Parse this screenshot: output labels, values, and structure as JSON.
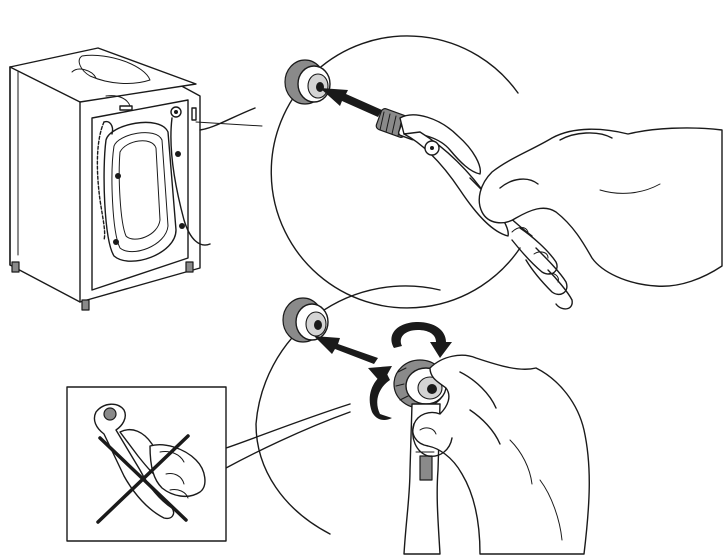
{
  "illustration": {
    "panels": [
      {
        "id": "washer-overview",
        "icon": "washing-machine-rear"
      },
      {
        "id": "detail-top",
        "icon": "pliers-tightening-hose"
      },
      {
        "id": "detail-bottom",
        "icon": "hand-tightening-hose"
      },
      {
        "id": "prohibited-inset",
        "icon": "crossed-out-pliers"
      }
    ],
    "colors": {
      "line": "#1a1a1a",
      "shade": "#8a8a8a",
      "light_shade": "#d4d4d4",
      "background": "#ffffff"
    }
  }
}
